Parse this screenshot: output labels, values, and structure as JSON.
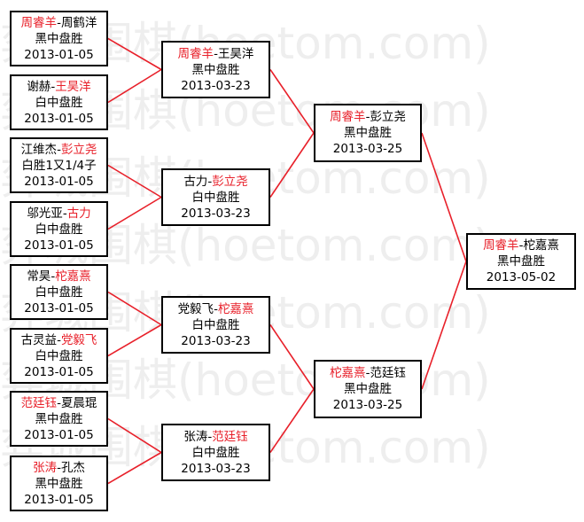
{
  "colors": {
    "winner": "#e8202a",
    "line": "#e8202a",
    "border": "#000000",
    "watermark": "#eeeeee"
  },
  "watermark": {
    "text": "弈城围棋(hoetom.com)"
  },
  "rounds": [
    {
      "matches": [
        {
          "p1": "周睿羊",
          "p2": "周鹤洋",
          "winner": 1,
          "result": "黑中盘胜",
          "date": "2013-01-05"
        },
        {
          "p1": "谢赫",
          "p2": "王昊洋",
          "winner": 2,
          "result": "白中盘胜",
          "date": "2013-01-05"
        },
        {
          "p1": "江维杰",
          "p2": "彭立尧",
          "winner": 2,
          "result": "白胜1又1/4子",
          "date": "2013-01-05"
        },
        {
          "p1": "邬光亚",
          "p2": "古力",
          "winner": 2,
          "result": "白中盘胜",
          "date": "2013-01-05"
        },
        {
          "p1": "常昊",
          "p2": "柁嘉熹",
          "winner": 2,
          "result": "白中盘胜",
          "date": "2013-01-05"
        },
        {
          "p1": "古灵益",
          "p2": "党毅飞",
          "winner": 2,
          "result": "白中盘胜",
          "date": "2013-01-05"
        },
        {
          "p1": "范廷钰",
          "p2": "夏晨琨",
          "winner": 1,
          "result": "黑中盘胜",
          "date": "2013-01-05"
        },
        {
          "p1": "张涛",
          "p2": "孔杰",
          "winner": 1,
          "result": "黑中盘胜",
          "date": "2013-01-05"
        }
      ]
    },
    {
      "matches": [
        {
          "p1": "周睿羊",
          "p2": "王昊洋",
          "winner": 1,
          "result": "黑中盘胜",
          "date": "2013-03-23"
        },
        {
          "p1": "古力",
          "p2": "彭立尧",
          "winner": 2,
          "result": "白中盘胜",
          "date": "2013-03-23"
        },
        {
          "p1": "党毅飞",
          "p2": "柁嘉熹",
          "winner": 2,
          "result": "白中盘胜",
          "date": "2013-03-23"
        },
        {
          "p1": "张涛",
          "p2": "范廷钰",
          "winner": 2,
          "result": "白中盘胜",
          "date": "2013-03-23"
        }
      ]
    },
    {
      "matches": [
        {
          "p1": "周睿羊",
          "p2": "彭立尧",
          "winner": 1,
          "result": "黑中盘胜",
          "date": "2013-03-25"
        },
        {
          "p1": "柁嘉熹",
          "p2": "范廷钰",
          "winner": 1,
          "result": "黑中盘胜",
          "date": "2013-03-25"
        }
      ]
    },
    {
      "matches": [
        {
          "p1": "周睿羊",
          "p2": "柁嘉熹",
          "winner": 1,
          "result": "黑中盘胜",
          "date": "2013-05-02"
        }
      ]
    }
  ]
}
